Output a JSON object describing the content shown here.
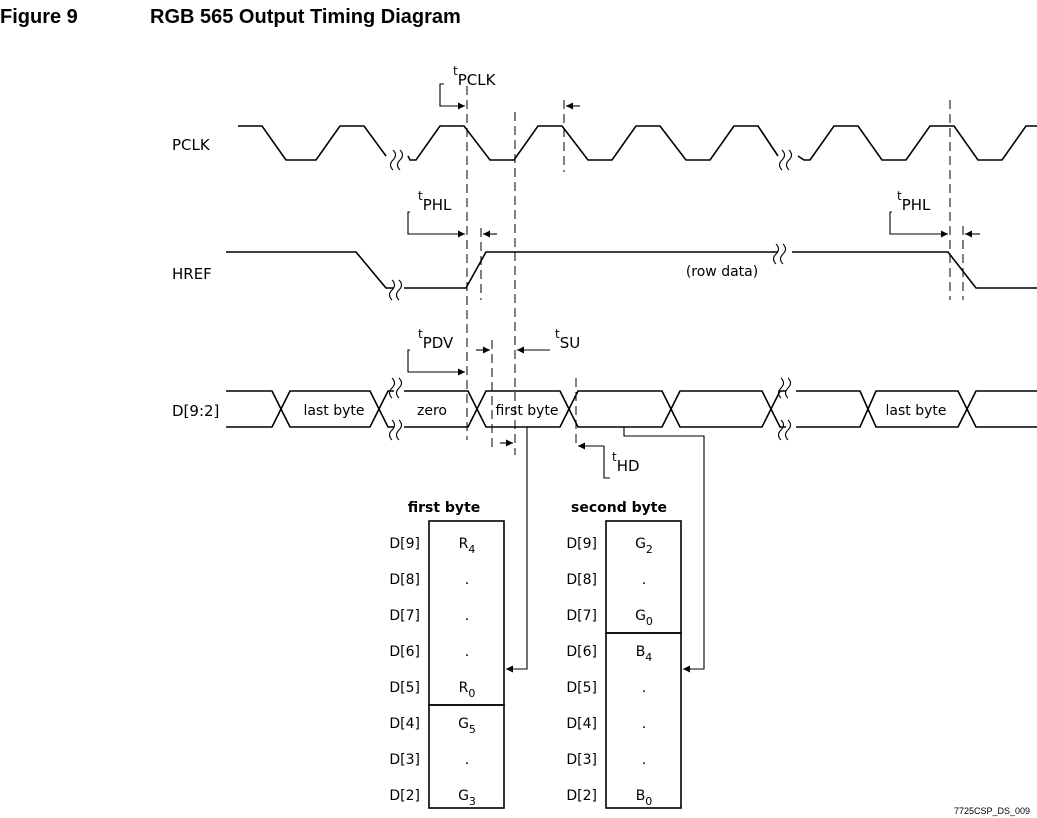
{
  "figure": {
    "number": "Figure 9",
    "title": "RGB 565 Output Timing Diagram"
  },
  "signals": {
    "pclk": "PCLK",
    "href": "HREF",
    "data": "D[9:2]"
  },
  "timing": {
    "tpclk": {
      "t": "t",
      "sub": "PCLK"
    },
    "tphl": {
      "t": "t",
      "sub": "PHL"
    },
    "tpdv": {
      "t": "t",
      "sub": "PDV"
    },
    "tsu": {
      "t": "t",
      "sub": "SU"
    },
    "thd": {
      "t": "t",
      "sub": "HD"
    }
  },
  "href_label": "(row data)",
  "data_labels": {
    "last_byte": "last byte",
    "zero": "zero",
    "first_byte": "first byte"
  },
  "first_byte": {
    "title": "first byte",
    "rows": [
      {
        "pin": "D[9]",
        "main": "R",
        "sub": "4"
      },
      {
        "pin": "D[8]",
        "main": ".",
        "sub": ""
      },
      {
        "pin": "D[7]",
        "main": ".",
        "sub": ""
      },
      {
        "pin": "D[6]",
        "main": ".",
        "sub": ""
      },
      {
        "pin": "D[5]",
        "main": "R",
        "sub": "0"
      },
      {
        "pin": "D[4]",
        "main": "G",
        "sub": "5"
      },
      {
        "pin": "D[3]",
        "main": ".",
        "sub": ""
      },
      {
        "pin": "D[2]",
        "main": "G",
        "sub": "3"
      }
    ]
  },
  "second_byte": {
    "title": "second byte",
    "rows": [
      {
        "pin": "D[9]",
        "main": "G",
        "sub": "2"
      },
      {
        "pin": "D[8]",
        "main": ".",
        "sub": ""
      },
      {
        "pin": "D[7]",
        "main": "G",
        "sub": "0"
      },
      {
        "pin": "D[6]",
        "main": "B",
        "sub": "4"
      },
      {
        "pin": "D[5]",
        "main": ".",
        "sub": ""
      },
      {
        "pin": "D[4]",
        "main": ".",
        "sub": ""
      },
      {
        "pin": "D[3]",
        "main": ".",
        "sub": ""
      },
      {
        "pin": "D[2]",
        "main": "B",
        "sub": "0"
      }
    ]
  },
  "doc_id": "7725CSP_DS_009"
}
